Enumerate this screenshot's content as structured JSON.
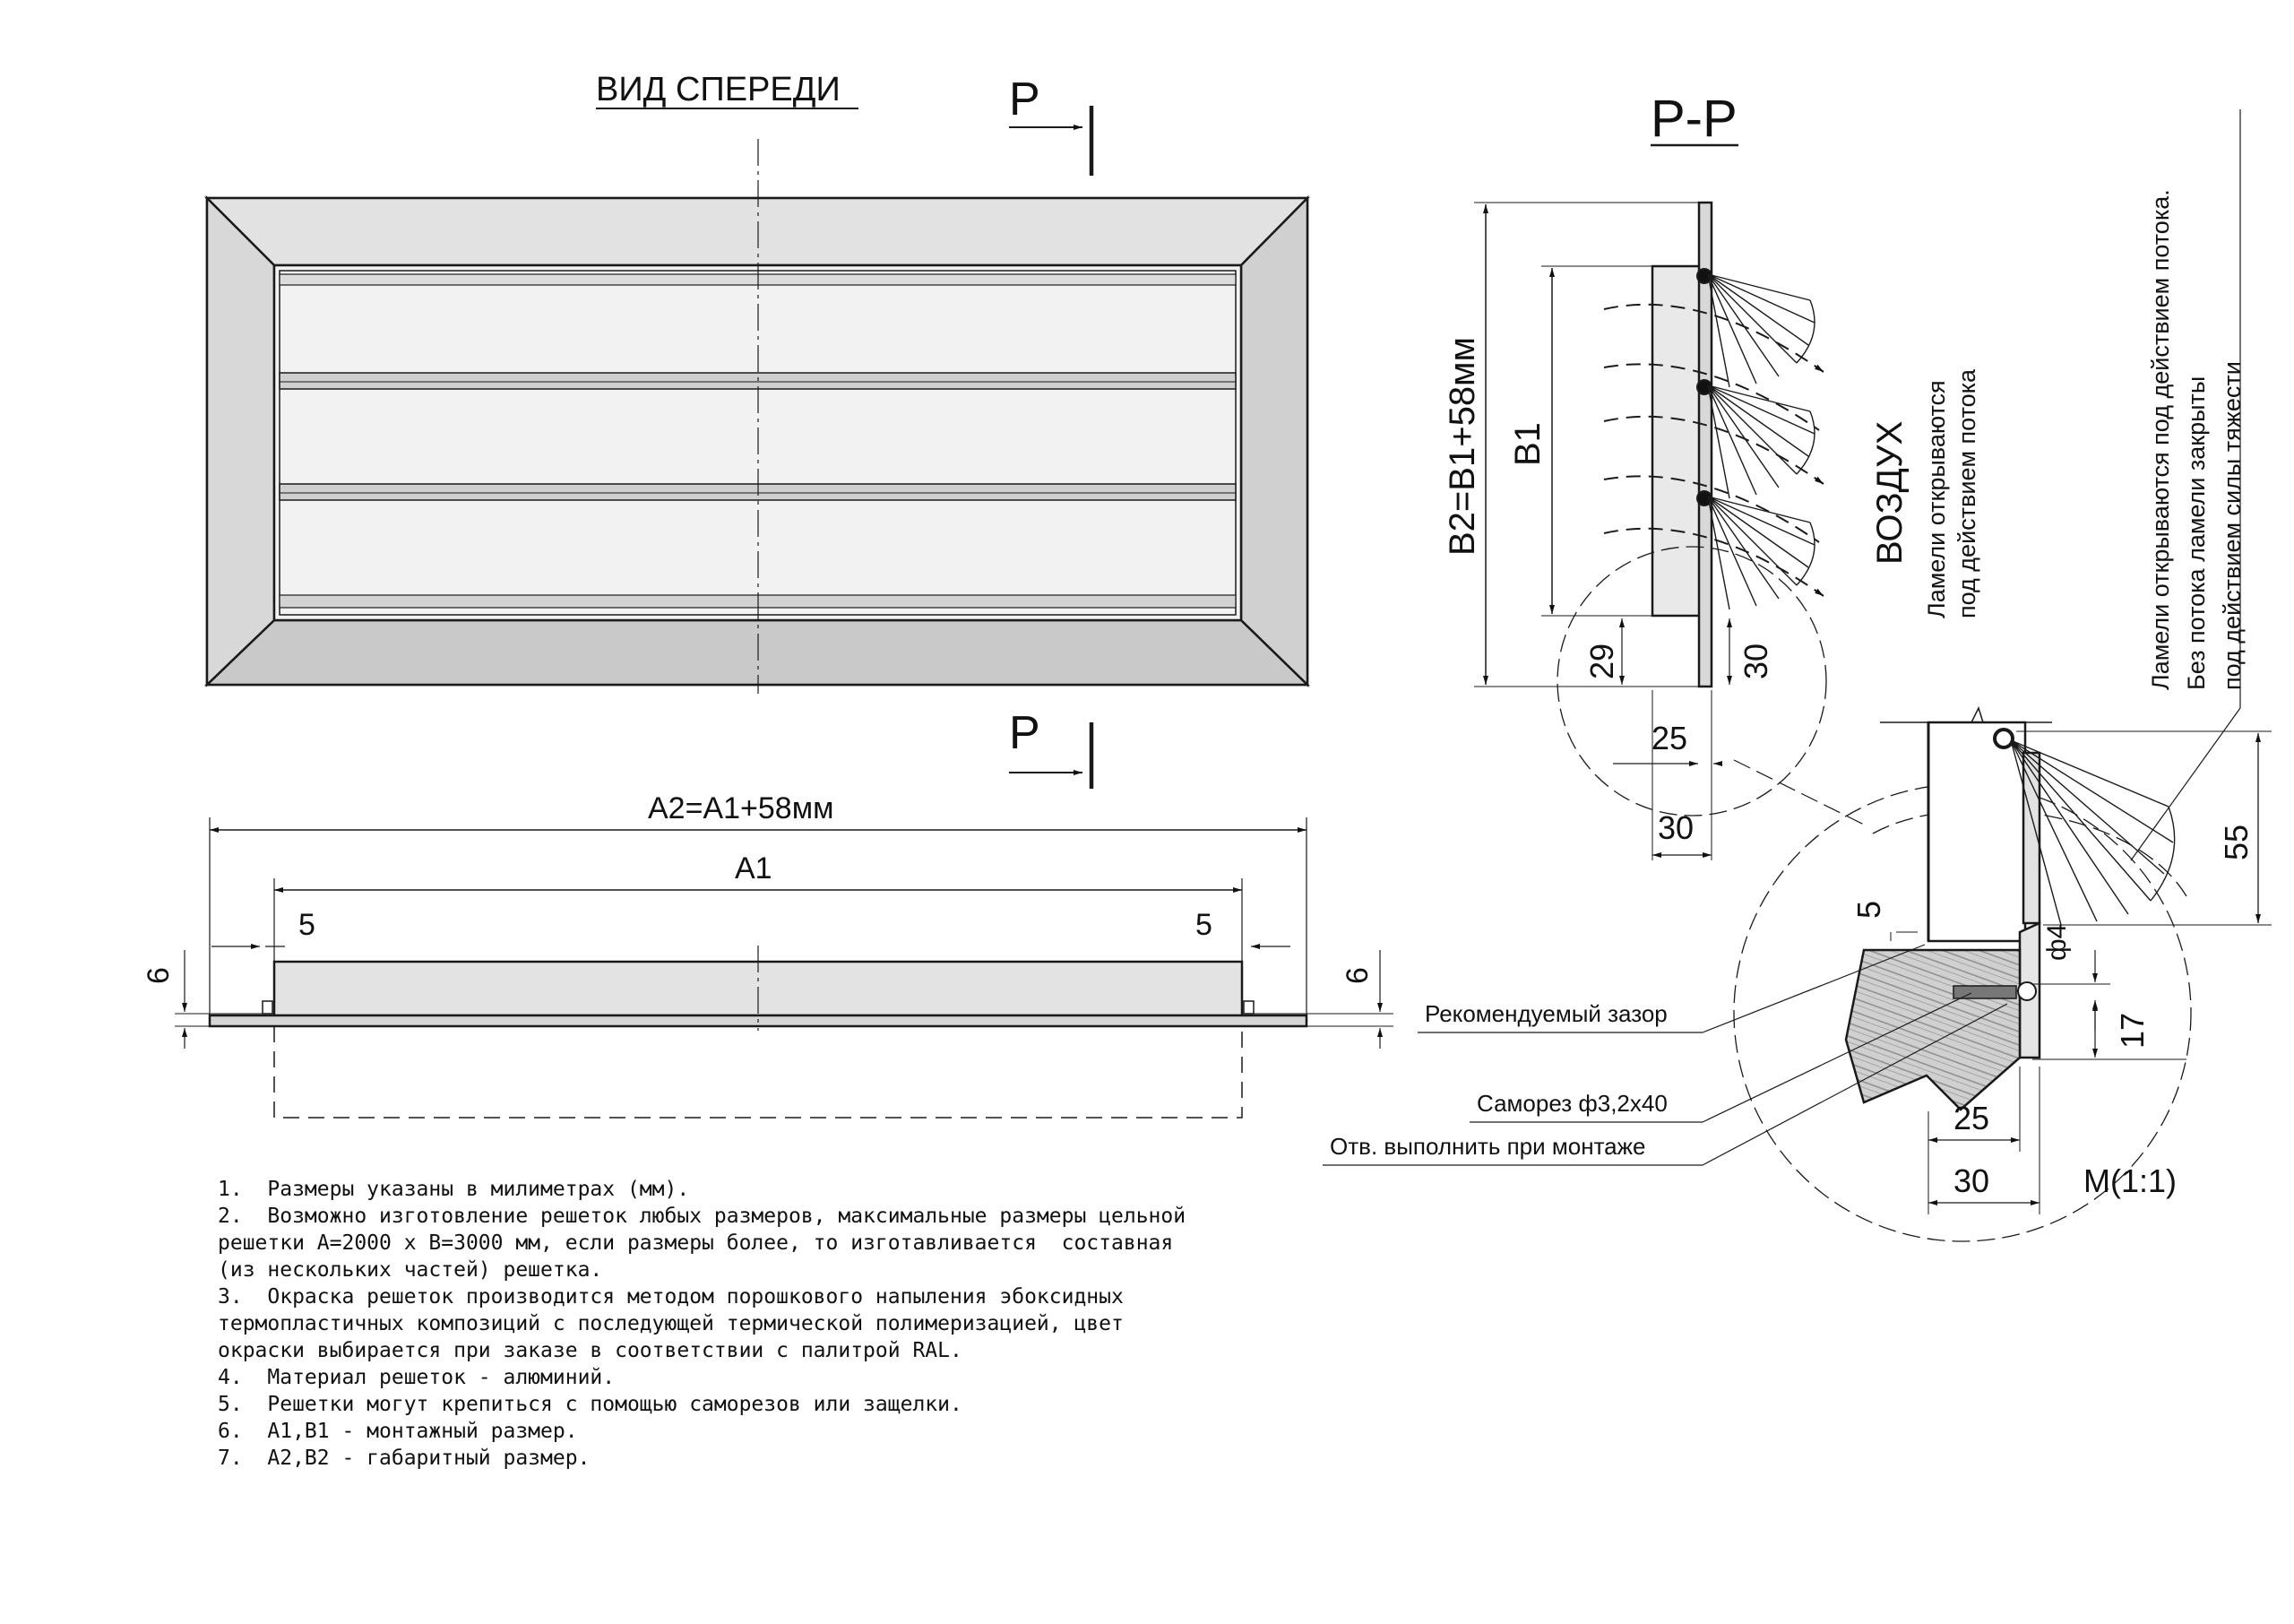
{
  "front_view": {
    "title": "ВИД СПЕРЕДИ",
    "section_mark": "Р"
  },
  "section_view": {
    "title": "Р-Р",
    "b2_label": "B2=B1+58мм",
    "b1_label": "B1",
    "dim_29": "29",
    "dim_30_right": "30",
    "dim_25": "25",
    "dim_30_bottom": "30",
    "air_label": "ВОЗДУХ",
    "flow_note_1": "Ламели открываются",
    "flow_note_2": "под действием потока"
  },
  "top_view": {
    "a2_label": "A2=A1+58мм",
    "a1_label": "A1",
    "dim_5_left": "5",
    "dim_5_right": "5",
    "dim_6_left": "6",
    "dim_6_right": "6"
  },
  "detail_view": {
    "dim_5": "5",
    "dim_55": "55",
    "dim_phi4": "ф4",
    "dim_17": "17",
    "dim_25": "25",
    "dim_30": "30",
    "scale_label": "М(1:1)",
    "callout_gap": "Рекомендуемый зазор",
    "callout_screw": "Саморез ф3,2х40",
    "callout_hole": "Отв. выполнить при монтаже",
    "side_note_1": "Ламели открываются под действием потока.",
    "side_note_2": "Без потока ламели закрыты",
    "side_note_3": "под действием силы тяжести"
  },
  "notes": [
    "1.  Размеры указаны в милиметрах (мм).",
    "2.  Возможно изготовление решеток любых размеров, максимальные размеры цельной решетки А=2000 х В=3000 мм, если размеры более, то изготавливается  составная (из нескольких частей) решетка.",
    "3.  Окраска решеток производится методом порошкового напыления эбоксидных термопластичных композиций с последующей термической полимеризацией, цвет окраски выбирается при заказе в соответствии с палитрой RAL.",
    "4.  Материал решеток - алюминий.",
    "5.  Решетки могут крепиться с помощью саморезов или защелки.",
    "6.  А1,В1 - монтажный размер.",
    "7.  А2,В2 - габаритный размер."
  ],
  "colors": {
    "frame_fill": "#e6e6e6",
    "line": "#1a1a1a",
    "wood": "#d9d9d9"
  }
}
